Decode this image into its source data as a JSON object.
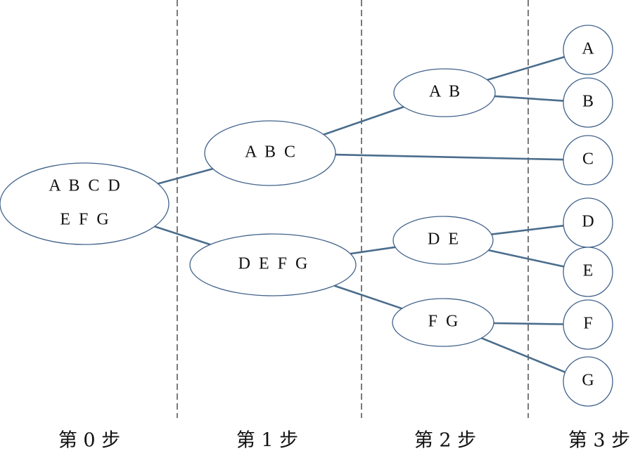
{
  "steps": [
    {
      "id": "step-0",
      "label": "第 0 步"
    },
    {
      "id": "step-1",
      "label": "第 1 步"
    },
    {
      "id": "step-2",
      "label": "第 2 步"
    },
    {
      "id": "step-3",
      "label": "第 3 步"
    }
  ],
  "nodes": [
    {
      "id": "ABCDEFG",
      "lines": [
        "A B C D",
        "E F G"
      ]
    },
    {
      "id": "ABC",
      "lines": [
        "A B C"
      ]
    },
    {
      "id": "DEFG",
      "lines": [
        "D E F G"
      ]
    },
    {
      "id": "AB",
      "lines": [
        "A B"
      ]
    },
    {
      "id": "DE",
      "lines": [
        "D E"
      ]
    },
    {
      "id": "FG",
      "lines": [
        "F G"
      ]
    },
    {
      "id": "A",
      "lines": [
        "A"
      ]
    },
    {
      "id": "B",
      "lines": [
        "B"
      ]
    },
    {
      "id": "C",
      "lines": [
        "C"
      ]
    },
    {
      "id": "D",
      "lines": [
        "D"
      ]
    },
    {
      "id": "E",
      "lines": [
        "E"
      ]
    },
    {
      "id": "F",
      "lines": [
        "F"
      ]
    },
    {
      "id": "G",
      "lines": [
        "G"
      ]
    }
  ],
  "edges": [
    {
      "from": "ABCDEFG",
      "to": "ABC"
    },
    {
      "from": "ABCDEFG",
      "to": "DEFG"
    },
    {
      "from": "ABC",
      "to": "AB"
    },
    {
      "from": "ABC",
      "to": "C"
    },
    {
      "from": "DEFG",
      "to": "DE"
    },
    {
      "from": "DEFG",
      "to": "FG"
    },
    {
      "from": "AB",
      "to": "A"
    },
    {
      "from": "AB",
      "to": "B"
    },
    {
      "from": "DE",
      "to": "D"
    },
    {
      "from": "DE",
      "to": "E"
    },
    {
      "from": "FG",
      "to": "F"
    },
    {
      "from": "FG",
      "to": "G"
    }
  ],
  "colors": {
    "edge": "#4a6d8c",
    "node_outline": "#41628b",
    "divider": "#222222"
  }
}
